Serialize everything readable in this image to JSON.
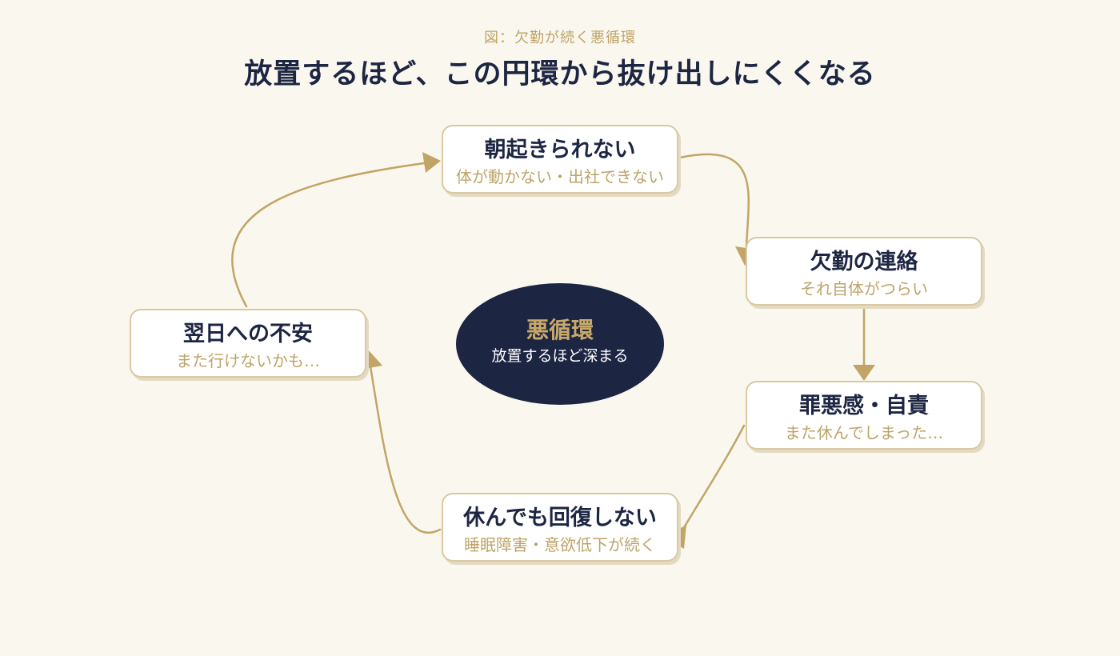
{
  "caption": "図：欠勤が続く悪循環",
  "title": "放置するほど、この円環から抜け出しにくくなる",
  "center": {
    "title": "悪循環",
    "subtitle": "放置するほど深まる"
  },
  "nodes": [
    {
      "title": "朝起きられない",
      "subtitle": "体が動かない・出社できない"
    },
    {
      "title": "欠勤の連絡",
      "subtitle": "それ自体がつらい"
    },
    {
      "title": "罪悪感・自責",
      "subtitle": "また休んでしまった…"
    },
    {
      "title": "休んでも回復しない",
      "subtitle": "睡眠障害・意欲低下が続く"
    },
    {
      "title": "翌日への不安",
      "subtitle": "また行けないかも…"
    }
  ],
  "colors": {
    "background": "#faf7ee",
    "navy": "#1c2542",
    "gold": "#bda468",
    "arrow": "#c2a566"
  }
}
